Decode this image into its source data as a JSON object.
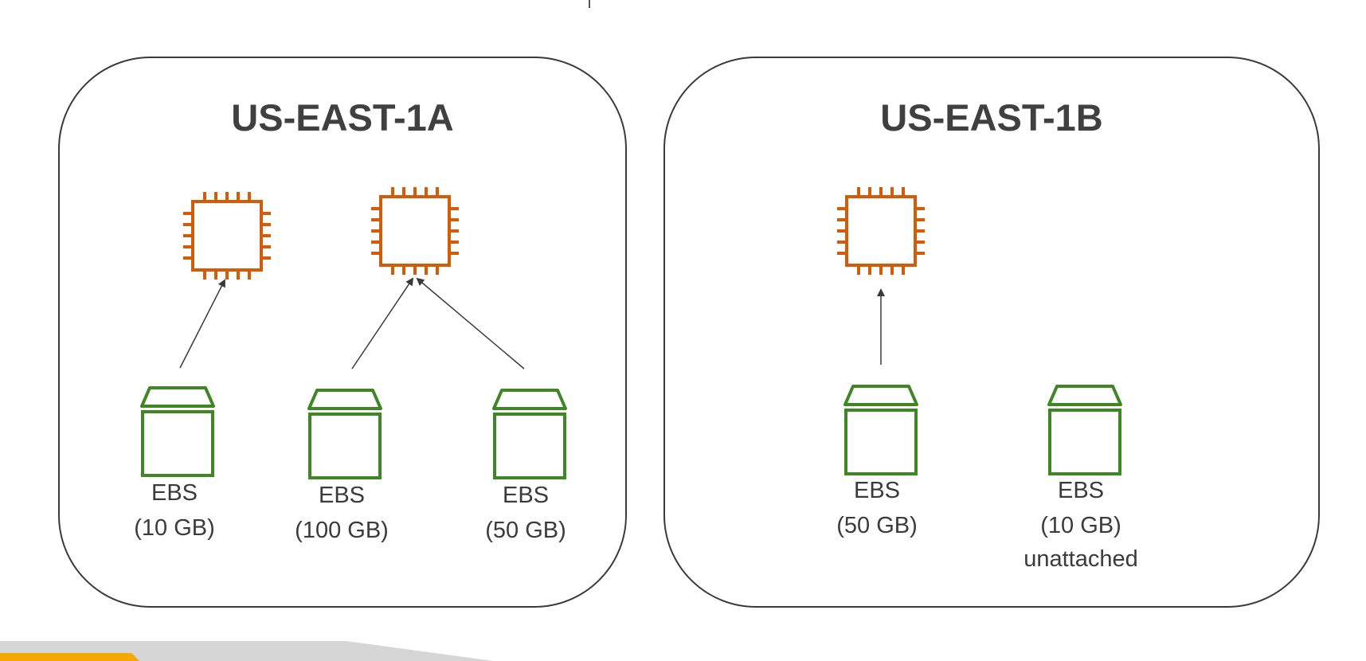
{
  "zones": [
    {
      "title": "US-EAST-1A",
      "instances": [
        {
          "id": "i1",
          "icon": "ec2-instance-icon"
        },
        {
          "id": "i2",
          "icon": "ec2-instance-icon"
        }
      ],
      "volumes": [
        {
          "label": "EBS",
          "size": "(10 GB)",
          "attached_to": "i1",
          "icon": "ebs-volume-icon"
        },
        {
          "label": "EBS",
          "size": "(100 GB)",
          "attached_to": "i2",
          "icon": "ebs-volume-icon"
        },
        {
          "label": "EBS",
          "size": "(50 GB)",
          "attached_to": "i2",
          "icon": "ebs-volume-icon"
        }
      ]
    },
    {
      "title": "US-EAST-1B",
      "instances": [
        {
          "id": "i3",
          "icon": "ec2-instance-icon"
        }
      ],
      "volumes": [
        {
          "label": "EBS",
          "size": "(50 GB)",
          "attached_to": "i3",
          "icon": "ebs-volume-icon"
        },
        {
          "label": "EBS",
          "size": "(10 GB)",
          "status": "unattached",
          "attached_to": null,
          "icon": "ebs-volume-icon"
        }
      ]
    }
  ],
  "colors": {
    "instance": "#d45b07",
    "volume": "#3f8624",
    "zone_border": "#3a3a3a",
    "arrow": "#3a3a3a",
    "accent_bar": "#f5a800",
    "gray_bar": "#d6d6d6"
  }
}
